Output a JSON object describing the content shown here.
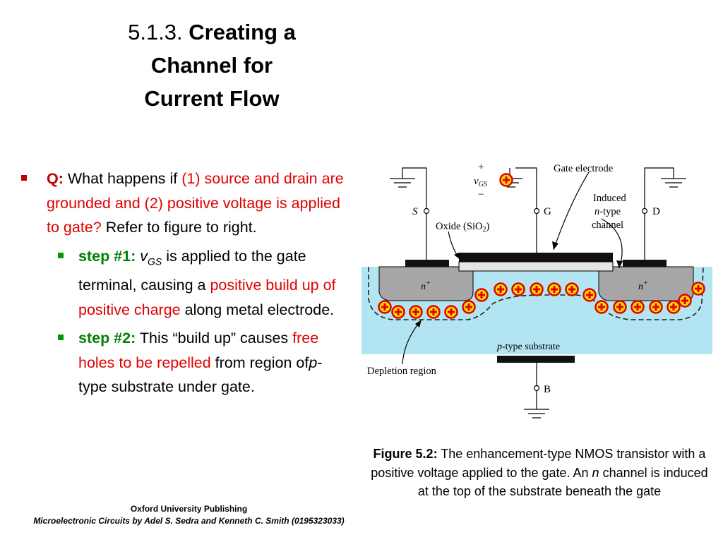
{
  "title": {
    "number": "5.1.3.",
    "line1": "Creating a",
    "line2": "Channel for",
    "line3": "Current Flow"
  },
  "bullet1": {
    "q_label": "Q:",
    "t1": "What happens if",
    "r1": "(1) source and drain are grounded and (2) positive voltage is applied to gate?",
    "t2": "Refer to figure to right."
  },
  "step1": {
    "label": "step #1:",
    "var_v": "v",
    "var_sub": "GS",
    "t1": "is applied to the gate terminal, causing a",
    "r1": "positive build up of positive charge",
    "t2": "along metal electrode."
  },
  "step2": {
    "label": "step #2:",
    "t1": "This “build up” causes",
    "r1": "free holes to be repelled",
    "t2": "from region of",
    "p": "p",
    "t3": "-type substrate under gate."
  },
  "diagram": {
    "plus": "+",
    "vgs_v": "v",
    "vgs_sub": "GS",
    "minus": "−",
    "gate_electrode": "Gate electrode",
    "induced_1": "Induced",
    "induced_2n": "n",
    "induced_2": "-type",
    "induced_3": "channel",
    "s": "S",
    "g": "G",
    "d": "D",
    "oxide": "Oxide (SiO",
    "oxide_sub": "2",
    "oxide_end": ")",
    "n_plus": "n",
    "n_plus_sup": "+",
    "p_sub_p": "p",
    "p_sub": "-type substrate",
    "depletion": "Depletion region",
    "b": "B",
    "colors": {
      "substrate": "#b3e4f1",
      "charge": "#e00000",
      "charge_fill": "#ffdd00",
      "n_region": "#a6a6a6"
    }
  },
  "caption": {
    "label": "Figure 5.2:",
    "t1": "The enhancement-type NMOS transistor with a positive voltage applied to the gate. An",
    "n": "n",
    "t2": "channel is induced at the top of the substrate beneath the gate"
  },
  "footer": {
    "line1": "Oxford University Publishing",
    "line2": "Microelectronic Circuits by Adel S. Sedra and Kenneth C. Smith (0195323033)"
  }
}
